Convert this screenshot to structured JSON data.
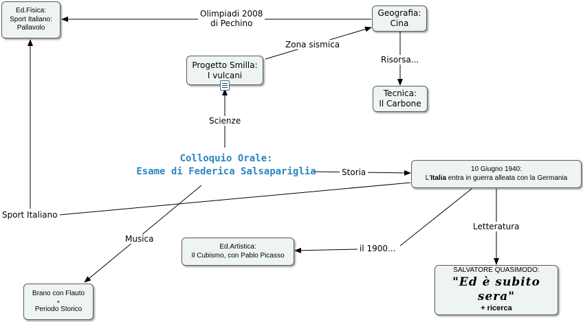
{
  "central": {
    "line1": "Colloquio Orale:",
    "line2": "Esame di Federica Salsapariglia"
  },
  "nodes": {
    "edfisica": {
      "line1": "Ed.Fisica:",
      "line2": "Sport Italiano:",
      "line3": "Pallavolo"
    },
    "geografia": {
      "line1": "Geografia:",
      "line2": "Cina"
    },
    "smilla": {
      "line1": "Progetto Smilla:",
      "line2": "I vulcani"
    },
    "tecnica": {
      "line1": "Tecnica:",
      "line2": "Il Carbone"
    },
    "giugno": {
      "line1": "10 Giugno 1940:",
      "pre": "L'",
      "bold": "Italia",
      "post": " entra in guerra alleata con la Germania"
    },
    "edartistica": {
      "line1": "Ed.Artistica:",
      "line2": "Il Cubismo, con Pablo Picasso"
    },
    "quasimodo": {
      "line1": "SALVATORE QUASIMODO:",
      "quote": "\"Ed è subito sera\"",
      "line3": "+ ricerca"
    },
    "brano": {
      "line1": "Brano con Flauto",
      "line2": "+",
      "line3": "Periodo Storico"
    }
  },
  "links": {
    "olimpiadi1": "Olimpiadi 2008",
    "olimpiadi2": "di Pechino",
    "zona": "Zona sismica",
    "risorsa": "Risorsa...",
    "scienze": "Scienze",
    "storia": "Storia",
    "sport": "Sport Italiano",
    "letteratura": "Letteratura",
    "musica": "Musica",
    "nove": "il 1900..."
  },
  "colors": {
    "central_text": "#2a86c2",
    "node_fill": "#eef3f3",
    "line": "#000000"
  },
  "icons": {
    "smilla_attachment": "document-icon"
  }
}
